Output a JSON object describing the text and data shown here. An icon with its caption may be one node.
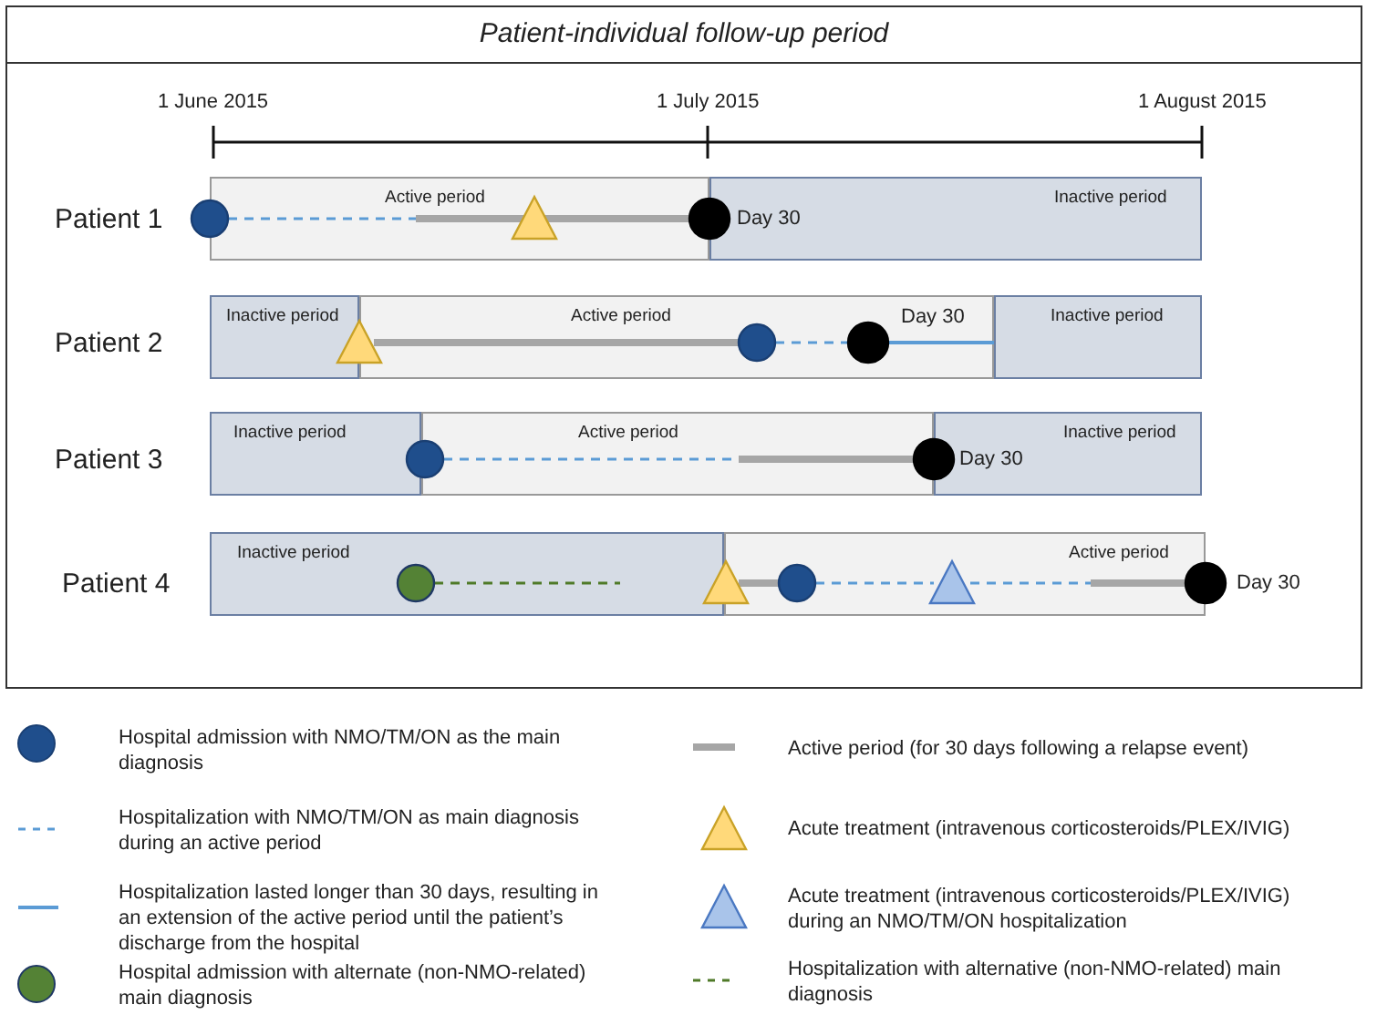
{
  "diagram": {
    "title": "Patient-individual follow-up period",
    "nodes": [
      {
        "text": [
          "Active period"
        ]
      },
      {
        "text": [
          "Inactive period"
        ]
      },
      {
        "text": [
          "Inactive period"
        ]
      },
      {
        "text": [
          "Active period"
        ]
      },
      {
        "text": [
          "Inactive period"
        ]
      },
      {
        "text": [
          "Inactive period"
        ]
      },
      {
        "text": [
          "Active period"
        ]
      },
      {
        "text": [
          "Inactive period"
        ]
      },
      {
        "text": [
          "Inactive period"
        ]
      },
      {
        "text": [
          "Active period"
        ]
      }
    ],
    "edges": [],
    "labels": [
      "1 June 2015",
      "1 July 2015",
      "1 August 2015",
      "Patient 1",
      "Day 30",
      "Patient 2",
      "Day 30",
      "Patient 3",
      "Day 30",
      "Patient 4",
      "Day 30"
    ],
    "legend": [
      {
        "text": "Hospital admission with NMO/TM/ON as the main diagnosis"
      },
      {
        "text": "Active period (for 30 days following a relapse event)"
      },
      {
        "text": "Hospitalization with NMO/TM/ON as main diagnosis during an active period"
      },
      {
        "text": "Acute treatment (intravenous corticosteroids/PLEX/IVIG)"
      },
      {
        "text": "Hospitalization lasted longer than 30 days, resulting in an extension of the active period until the patient’s discharge from the hospital"
      },
      {
        "text": "Acute treatment (intravenous corticosteroids/PLEX/IVIG) during an NMO/TM/ON hospitalization"
      },
      {
        "text": "Hospital admission with alternate (non-NMO-related) main diagnosis"
      },
      {
        "text": "Hospitalization with alternative (non-NMO-related) main diagnosis"
      }
    ]
  }
}
